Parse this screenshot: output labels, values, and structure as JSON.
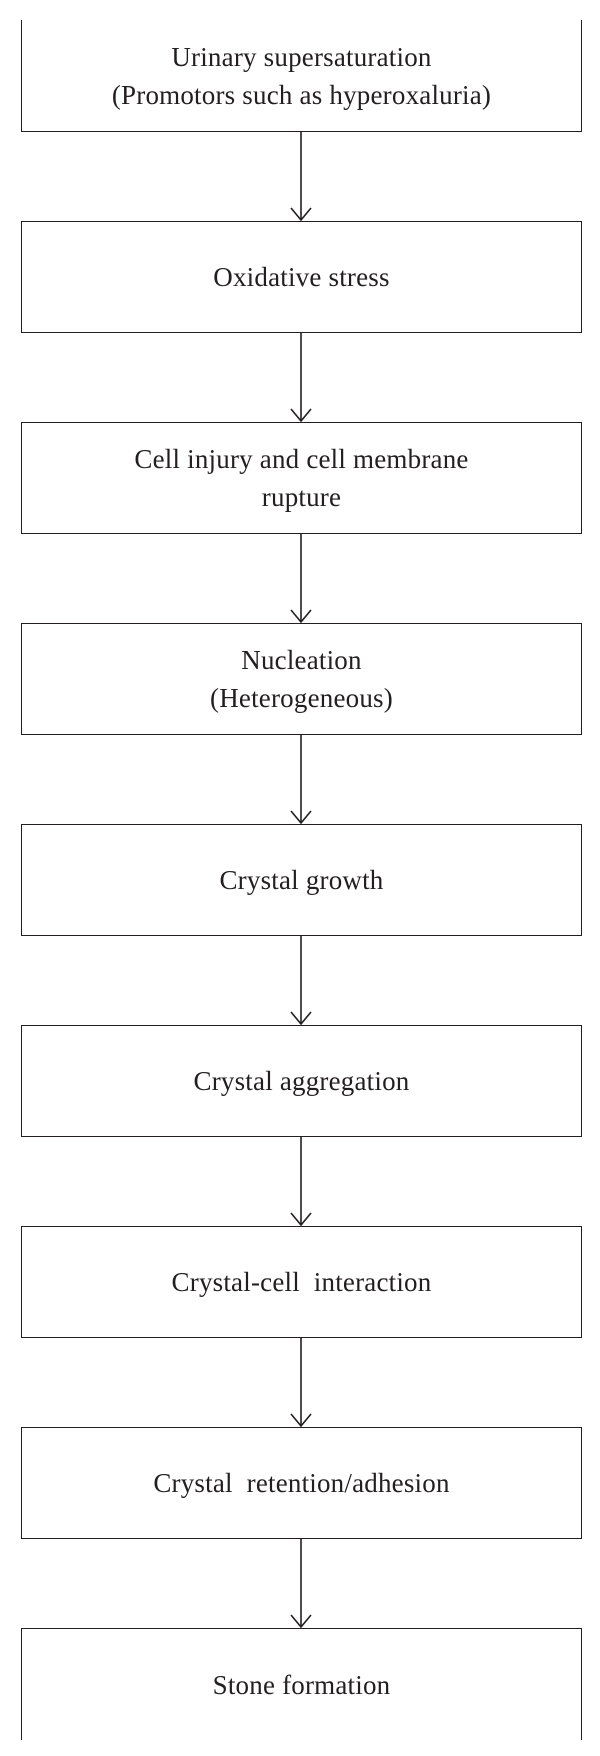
{
  "diagram": {
    "stroke_color": "#231f20",
    "background_color": "#ffffff",
    "steps": [
      {
        "id": "urinary-supersaturation",
        "lines": [
          "Urinary supersaturation",
          "(Promotors such as hyperoxaluria)"
        ]
      },
      {
        "id": "oxidative-stress",
        "lines": [
          "Oxidative stress"
        ]
      },
      {
        "id": "cell-injury",
        "lines": [
          "Cell injury and cell membrane",
          "rupture"
        ]
      },
      {
        "id": "nucleation",
        "lines": [
          "Nucleation",
          "(Heterogeneous)"
        ]
      },
      {
        "id": "crystal-growth",
        "lines": [
          "Crystal growth"
        ]
      },
      {
        "id": "crystal-aggregation",
        "lines": [
          "Crystal aggregation"
        ]
      },
      {
        "id": "crystal-cell-interaction",
        "lines": [
          "Crystal-cell  interaction"
        ]
      },
      {
        "id": "crystal-retention",
        "lines": [
          "Crystal  retention/adhesion"
        ]
      },
      {
        "id": "stone-formation",
        "lines": [
          "Stone formation"
        ]
      }
    ]
  }
}
